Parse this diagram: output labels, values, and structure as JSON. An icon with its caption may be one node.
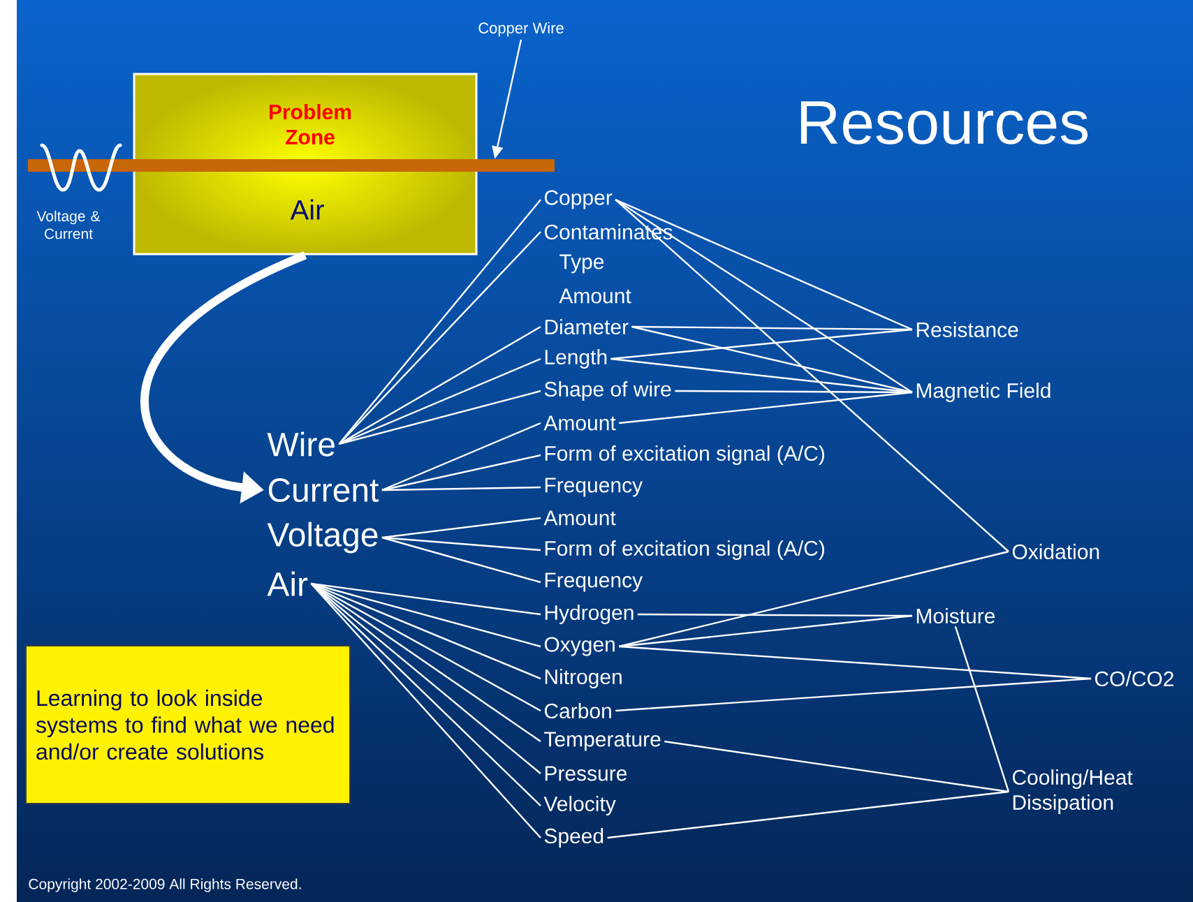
{
  "diagram": {
    "title": "Resources",
    "nodes": [
      {
        "text": [
          "Problem Zone",
          "Air"
        ]
      },
      {
        "text": [
          "Copper Wire"
        ]
      },
      {
        "text": [],
        "shape": "bar"
      },
      {
        "text": [
          "Learning to look inside systems to find what we need and/or create solutions"
        ]
      },
      {
        "text": [
          "Wire"
        ]
      },
      {
        "text": [
          "Current"
        ]
      },
      {
        "text": [
          "Voltage"
        ]
      },
      {
        "text": [
          "Air"
        ]
      },
      {
        "text": [
          "Copper"
        ]
      },
      {
        "text": [
          "Contaminates"
        ]
      },
      {
        "text": [
          "Diameter"
        ]
      },
      {
        "text": [
          "Length"
        ]
      },
      {
        "text": [
          "Shape of wire"
        ]
      },
      {
        "text": [
          "Amount"
        ]
      },
      {
        "text": [
          "Form of excitation signal (A/C)"
        ]
      },
      {
        "text": [
          "Frequency"
        ]
      },
      {
        "text": [
          "Amount"
        ]
      },
      {
        "text": [
          "Form of excitation signal (A/C)"
        ]
      },
      {
        "text": [
          "Frequency"
        ]
      },
      {
        "text": [
          "Hydrogen"
        ]
      },
      {
        "text": [
          "Oxygen"
        ]
      },
      {
        "text": [
          "Nitrogen"
        ]
      },
      {
        "text": [
          "Carbon"
        ]
      },
      {
        "text": [
          "Temperature"
        ]
      },
      {
        "text": [
          "Pressure"
        ]
      },
      {
        "text": [
          "Velocity"
        ]
      },
      {
        "text": [
          "Speed"
        ]
      },
      {
        "text": [
          "Resistance"
        ]
      },
      {
        "text": [
          "Magnetic Field"
        ]
      },
      {
        "text": [
          "Oxidation"
        ]
      },
      {
        "text": [
          "Moisture"
        ]
      },
      {
        "text": [
          "CO/CO2"
        ]
      },
      {
        "text": [
          "Cooling/Heat Dissipation"
        ]
      }
    ],
    "edges": [
      {
        "from": 0,
        "to": 5,
        "arrow": "to",
        "style": "thick"
      },
      {
        "from": 1,
        "to": 2,
        "arrow": "to"
      },
      {
        "from": 4,
        "to": 8,
        "arrow": "none"
      },
      {
        "from": 4,
        "to": 9,
        "arrow": "none"
      },
      {
        "from": 4,
        "to": 10,
        "arrow": "none"
      },
      {
        "from": 4,
        "to": 11,
        "arrow": "none"
      },
      {
        "from": 4,
        "to": 12,
        "arrow": "none"
      },
      {
        "from": 5,
        "to": 13,
        "arrow": "none"
      },
      {
        "from": 5,
        "to": 14,
        "arrow": "none"
      },
      {
        "from": 5,
        "to": 15,
        "arrow": "none"
      },
      {
        "from": 6,
        "to": 16,
        "arrow": "none"
      },
      {
        "from": 6,
        "to": 17,
        "arrow": "none"
      },
      {
        "from": 6,
        "to": 18,
        "arrow": "none"
      },
      {
        "from": 7,
        "to": 19,
        "arrow": "none"
      },
      {
        "from": 7,
        "to": 20,
        "arrow": "none"
      },
      {
        "from": 7,
        "to": 21,
        "arrow": "none"
      },
      {
        "from": 7,
        "to": 22,
        "arrow": "none"
      },
      {
        "from": 7,
        "to": 23,
        "arrow": "none"
      },
      {
        "from": 7,
        "to": 24,
        "arrow": "none"
      },
      {
        "from": 7,
        "to": 25,
        "arrow": "none"
      },
      {
        "from": 7,
        "to": 26,
        "arrow": "none"
      },
      {
        "from": 8,
        "to": 27,
        "arrow": "none"
      },
      {
        "from": 8,
        "to": 28,
        "arrow": "none"
      },
      {
        "from": 8,
        "to": 29,
        "arrow": "none"
      },
      {
        "from": 10,
        "to": 27,
        "arrow": "none"
      },
      {
        "from": 10,
        "to": 28,
        "arrow": "none"
      },
      {
        "from": 11,
        "to": 27,
        "arrow": "none"
      },
      {
        "from": 11,
        "to": 28,
        "arrow": "none"
      },
      {
        "from": 12,
        "to": 28,
        "arrow": "none"
      },
      {
        "from": 13,
        "to": 28,
        "arrow": "none"
      },
      {
        "from": 20,
        "to": 29,
        "arrow": "none"
      },
      {
        "from": 19,
        "to": 30,
        "arrow": "none"
      },
      {
        "from": 20,
        "to": 30,
        "arrow": "none"
      },
      {
        "from": 20,
        "to": 31,
        "arrow": "none"
      },
      {
        "from": 22,
        "to": 31,
        "arrow": "none"
      },
      {
        "from": 23,
        "to": 32,
        "arrow": "none"
      },
      {
        "from": 26,
        "to": 32,
        "arrow": "none"
      },
      {
        "from": 30,
        "to": 32,
        "arrow": "none"
      }
    ],
    "labels": [
      "Voltage & Current",
      "Type",
      "Amount",
      "Copyright 2002-2009 All Rights Reserved."
    ]
  }
}
